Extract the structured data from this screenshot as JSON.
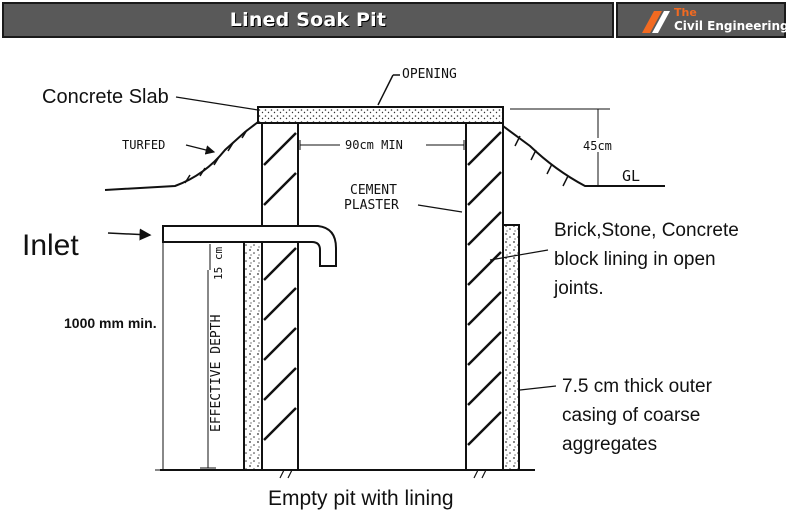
{
  "header": {
    "title": "Lined Soak Pit",
    "logo_the": "The",
    "logo_name": "Civil Engineering"
  },
  "labels": {
    "opening": "OPENING",
    "concrete_slab": "Concrete Slab",
    "turfed": "TURFED",
    "width": "90cm MIN",
    "height_above": "45cm",
    "gl": "GL",
    "cement": "CEMENT",
    "plaster": "PLASTER",
    "inlet": "Inlet",
    "inlet_drop": "15 cm",
    "effective_depth": "EFFECTIVE DEPTH",
    "depth_min": "1000 mm min.",
    "lining_line1": "Brick,Stone, Concrete",
    "lining_line2": "block lining in open",
    "lining_line3": "joints.",
    "casing_line1": "7.5 cm thick outer",
    "casing_line2": "casing of coarse",
    "casing_line3": "aggregates",
    "caption": "Empty pit with lining"
  },
  "colors": {
    "header_bg": "#595959",
    "logo_accent": "#f26a21"
  }
}
